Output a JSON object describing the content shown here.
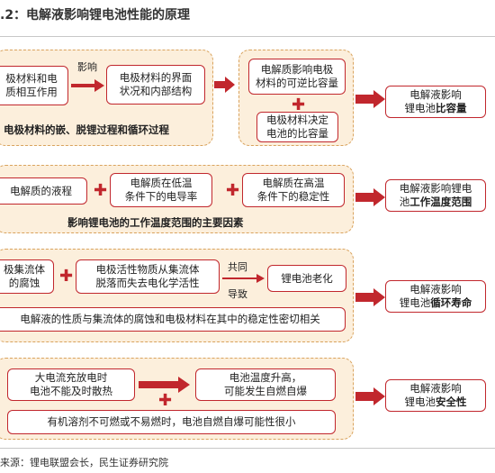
{
  "title": ".2：电解液影响锂电池性能的原理",
  "row1": {
    "box_a": "极材料和电\n质相互作用",
    "label_influence": "影响",
    "box_b": "电极材料的界面\n状况和内部结构",
    "caption": "电极材料的嵌、脱锂过程和循环过程",
    "box_c": "电解质影响电极\n材料的可逆比容量",
    "box_d": "电极材料决定\n电池的比容量",
    "output_prefix": "电解液影响",
    "output_line2_prefix": "锂电池",
    "output_bold": "比容量"
  },
  "row2": {
    "box_a": "电解质的液程",
    "box_b": "电解质在低温\n条件下的电导率",
    "box_c": "电解质在高温\n条件下的稳定性",
    "caption": "影响锂电池的工作温度范围的主要因素",
    "output_prefix": "电解液影响锂电",
    "output_line2_prefix": "池",
    "output_bold": "工作温度范围"
  },
  "row3": {
    "box_a": "极集流体\n的腐蚀",
    "box_b": "电极活性物质从集流体\n脱落而失去电化学活性",
    "label_together": "共同",
    "label_lead": "导致",
    "box_c": "锂电池老化",
    "box_wide": "电解液的性质与集流体的腐蚀和电极材料在其中的稳定性密切相关",
    "output_prefix": "电解液影响",
    "output_line2_prefix": "锂电池",
    "output_bold": "循环寿命"
  },
  "row4": {
    "box_a": "大电流充放电时\n电池不能及时散热",
    "box_b": "电池温度升高，\n可能发生自燃自爆",
    "box_wide": "有机溶剂不可燃或不易燃时，电池自燃自爆可能性很小",
    "output_prefix": "电解液影响",
    "output_line2_prefix": "锂电池",
    "output_bold": "安全性"
  },
  "source": "来源：锂电联盟会长，民生证券研究院",
  "colors": {
    "accent": "#c1272d",
    "panel_fill": "#fcefdc",
    "panel_border": "#d9a35e"
  },
  "icons": [
    "right-arrow-icon",
    "down-arrow-icon",
    "plus-icon"
  ]
}
